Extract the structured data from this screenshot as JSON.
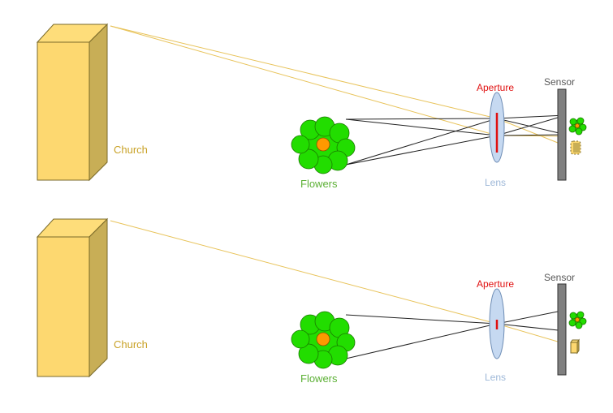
{
  "colors": {
    "church_front": "#FDD870",
    "church_side": "#C8AE56",
    "church_top": "#FEDD7A",
    "church_outline": "#7a6a2a",
    "church_label": "#C9A227",
    "church_ray": "#E8C35A",
    "flower_fill": "#22DD00",
    "flower_center": "#FF9900",
    "flower_label": "#5CB035",
    "black_ray": "#222222",
    "lens_fill": "#C6D9F1",
    "lens_stroke": "#6E8DB5",
    "lens_label": "#9EB8D8",
    "aperture": "#E01010",
    "sensor_fill": "#808080",
    "sensor_stroke": "#333333",
    "sensor_label": "#595959"
  },
  "panels": [
    {
      "id": "wide-aperture",
      "church_label": "Church",
      "flowers_label": "Flowers",
      "aperture_label": "Aperture",
      "lens_label": "Lens",
      "sensor_label": "Sensor",
      "aperture_opening": "wide",
      "church_image": "blurred",
      "flowers_image": "sharp"
    },
    {
      "id": "narrow-aperture",
      "church_label": "Church",
      "flowers_label": "Flowers",
      "aperture_label": "Aperture",
      "lens_label": "Lens",
      "sensor_label": "Sensor",
      "aperture_opening": "narrow",
      "church_image": "sharp",
      "flowers_image": "sharp"
    }
  ]
}
